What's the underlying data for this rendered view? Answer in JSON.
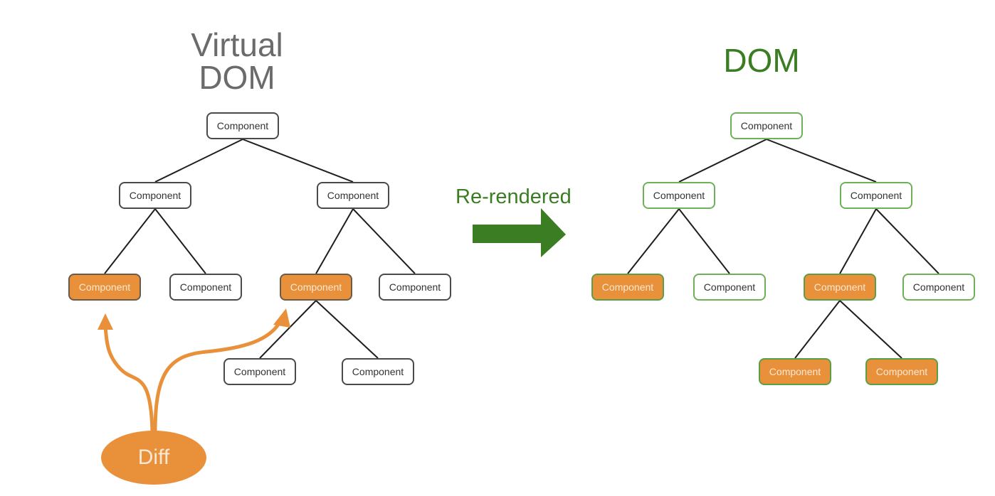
{
  "titles": {
    "virtual_dom_line1": "Virtual",
    "virtual_dom_line2": "DOM",
    "dom": "DOM",
    "rerendered": "Re-rendered",
    "diff": "Diff"
  },
  "colors": {
    "changed_fill": "#e8913a",
    "dom_green": "#3a7d22",
    "dom_border": "#6fb05a",
    "vdom_border": "#4a4a4a",
    "diff_arrow": "#e8913a"
  },
  "virtual_dom": {
    "nodes": [
      {
        "id": "v0",
        "label": "Component",
        "changed": false
      },
      {
        "id": "v1",
        "label": "Component",
        "changed": false,
        "parent": "v0"
      },
      {
        "id": "v2",
        "label": "Component",
        "changed": false,
        "parent": "v0"
      },
      {
        "id": "v3",
        "label": "Component",
        "changed": true,
        "parent": "v1"
      },
      {
        "id": "v4",
        "label": "Component",
        "changed": false,
        "parent": "v1"
      },
      {
        "id": "v5",
        "label": "Component",
        "changed": true,
        "parent": "v2"
      },
      {
        "id": "v6",
        "label": "Component",
        "changed": false,
        "parent": "v2"
      },
      {
        "id": "v7",
        "label": "Component",
        "changed": false,
        "parent": "v5"
      },
      {
        "id": "v8",
        "label": "Component",
        "changed": false,
        "parent": "v5"
      }
    ]
  },
  "dom": {
    "nodes": [
      {
        "id": "d0",
        "label": "Component",
        "changed": false
      },
      {
        "id": "d1",
        "label": "Component",
        "changed": false,
        "parent": "d0"
      },
      {
        "id": "d2",
        "label": "Component",
        "changed": false,
        "parent": "d0"
      },
      {
        "id": "d3",
        "label": "Component",
        "changed": true,
        "parent": "d1"
      },
      {
        "id": "d4",
        "label": "Component",
        "changed": false,
        "parent": "d1"
      },
      {
        "id": "d5",
        "label": "Component",
        "changed": true,
        "parent": "d2"
      },
      {
        "id": "d6",
        "label": "Component",
        "changed": false,
        "parent": "d2"
      },
      {
        "id": "d7",
        "label": "Component",
        "changed": true,
        "parent": "d5"
      },
      {
        "id": "d8",
        "label": "Component",
        "changed": true,
        "parent": "d5"
      }
    ]
  },
  "diff_targets": [
    "v3",
    "v5"
  ]
}
